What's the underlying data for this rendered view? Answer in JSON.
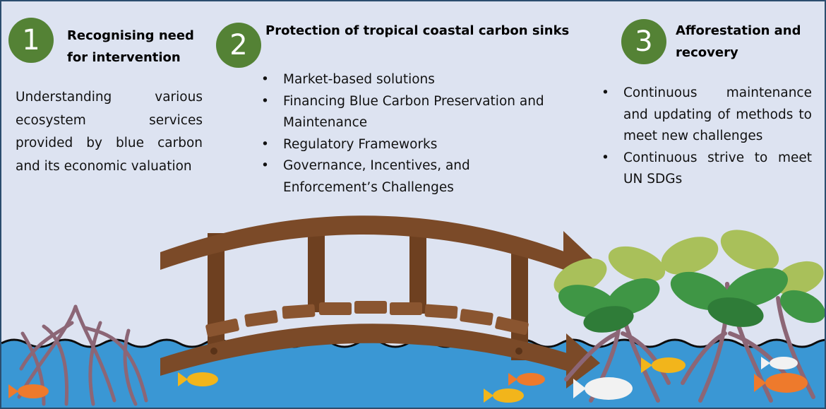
{
  "steps": [
    {
      "number": "1",
      "title": "Recognising need for intervention",
      "text": "Understanding various ecosystem services provided by blue carbon and its economic valuation"
    },
    {
      "number": "2",
      "title": "Protection of tropical coastal carbon sinks",
      "bullets": [
        "Market-based solutions",
        "Financing Blue Carbon Preservation and Maintenance",
        "Regulatory Frameworks",
        "Governance, Incentives, and Enforcement’s Challenges"
      ]
    },
    {
      "number": "3",
      "title": "Afforestation and recovery",
      "bullets": [
        "Continuous maintenance and updating of methods to meet new challenges",
        "Continuous strive to meet UN SDGs"
      ]
    }
  ],
  "colors": {
    "background": "#dde3f1",
    "water": "#3a97d4",
    "step_circle": "#548235",
    "bridge_wood": "#7b4a28",
    "leaf_dark": "#3f9645",
    "leaf_light": "#a9c05a",
    "root": "#8c6676",
    "fish_orange": "#ee7a2c",
    "fish_yellow": "#f2b51b",
    "fish_white": "#f2f2f2"
  }
}
